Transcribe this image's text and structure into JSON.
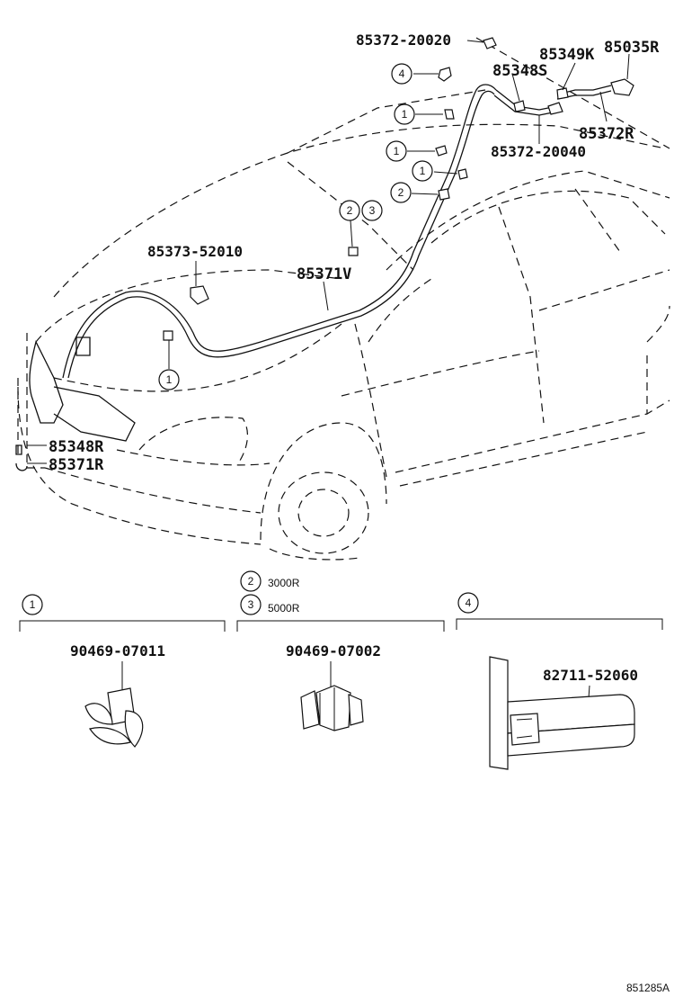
{
  "labels": {
    "p85372_20020": "85372-20020",
    "p85349K": "85349K",
    "p85035R": "85035R",
    "p85348S": "85348S",
    "p85372R": "85372R",
    "p85372_20040": "85372-20040",
    "p85373_52010": "85373-52010",
    "p85371V": "85371V",
    "p85348R": "85348R",
    "p85371R": "85371R"
  },
  "callouts": {
    "c1": "1",
    "c2": "2",
    "c3": "3",
    "c4": "4"
  },
  "variants": {
    "v2": "3000R",
    "v3": "5000R"
  },
  "sections": {
    "s1_part": "90469-07011",
    "s23_part": "90469-07002",
    "s4_part": "82711-52060"
  },
  "ref_code": "851285A"
}
